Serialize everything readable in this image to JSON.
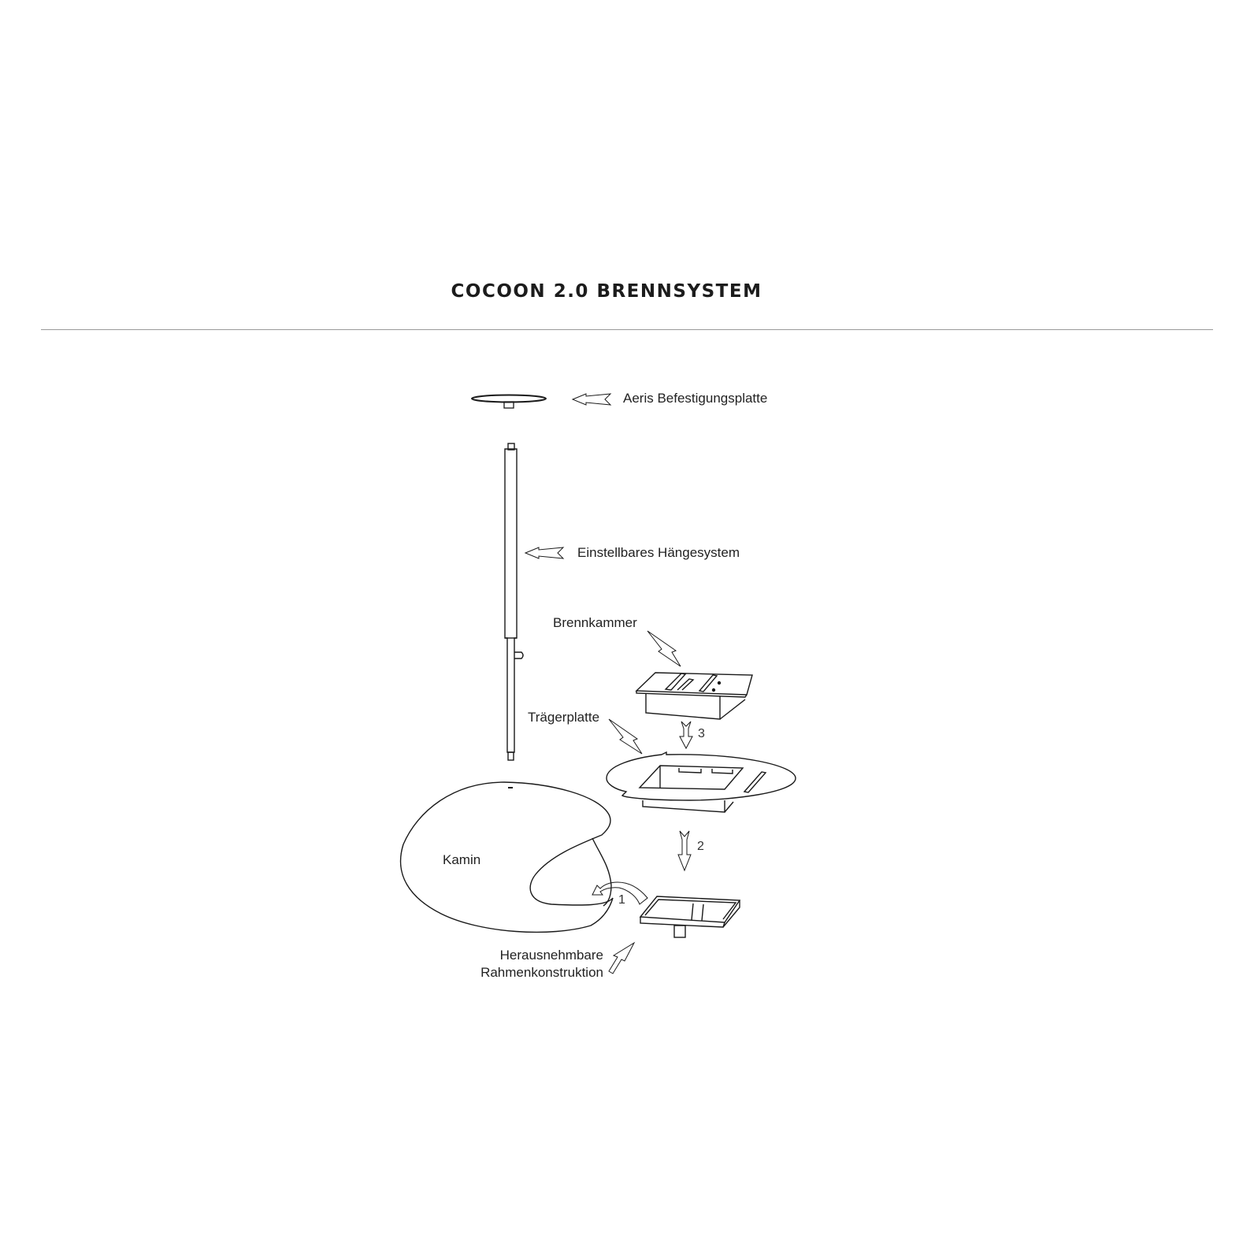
{
  "header": {
    "title": "COCOON 2.0 BRENNSYSTEM"
  },
  "diagram": {
    "labels": {
      "mounting_plate": "Aeris Befestigungsplatte",
      "hanging_system": "Einstellbares Hängesystem",
      "burn_chamber": "Brennkammer",
      "carrier_plate": "Trägerplatte",
      "fireplace": "Kamin",
      "frame_line1": "Herausnehmbare",
      "frame_line2": "Rahmenkonstruktion"
    },
    "steps": {
      "step1": "1",
      "step2": "2",
      "step3": "3"
    },
    "colors": {
      "line": "#1a1a1a",
      "divider": "#9a9a9a",
      "background": "#ffffff"
    }
  }
}
